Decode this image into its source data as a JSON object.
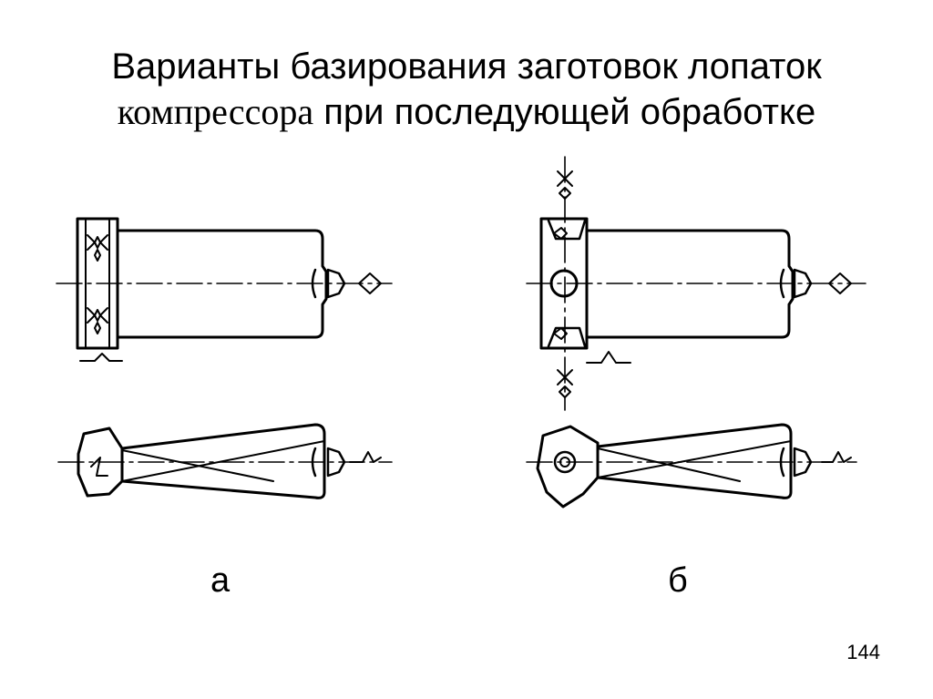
{
  "slide": {
    "title_line1": "Варианты базирования заготовок лопаток",
    "title_line2_serif": "компрессора",
    "title_line2_rest": " при последующей обработке",
    "label_a": "а",
    "label_b": "б",
    "page_number": "144"
  },
  "colors": {
    "ink": "#000000",
    "background": "#ffffff"
  }
}
